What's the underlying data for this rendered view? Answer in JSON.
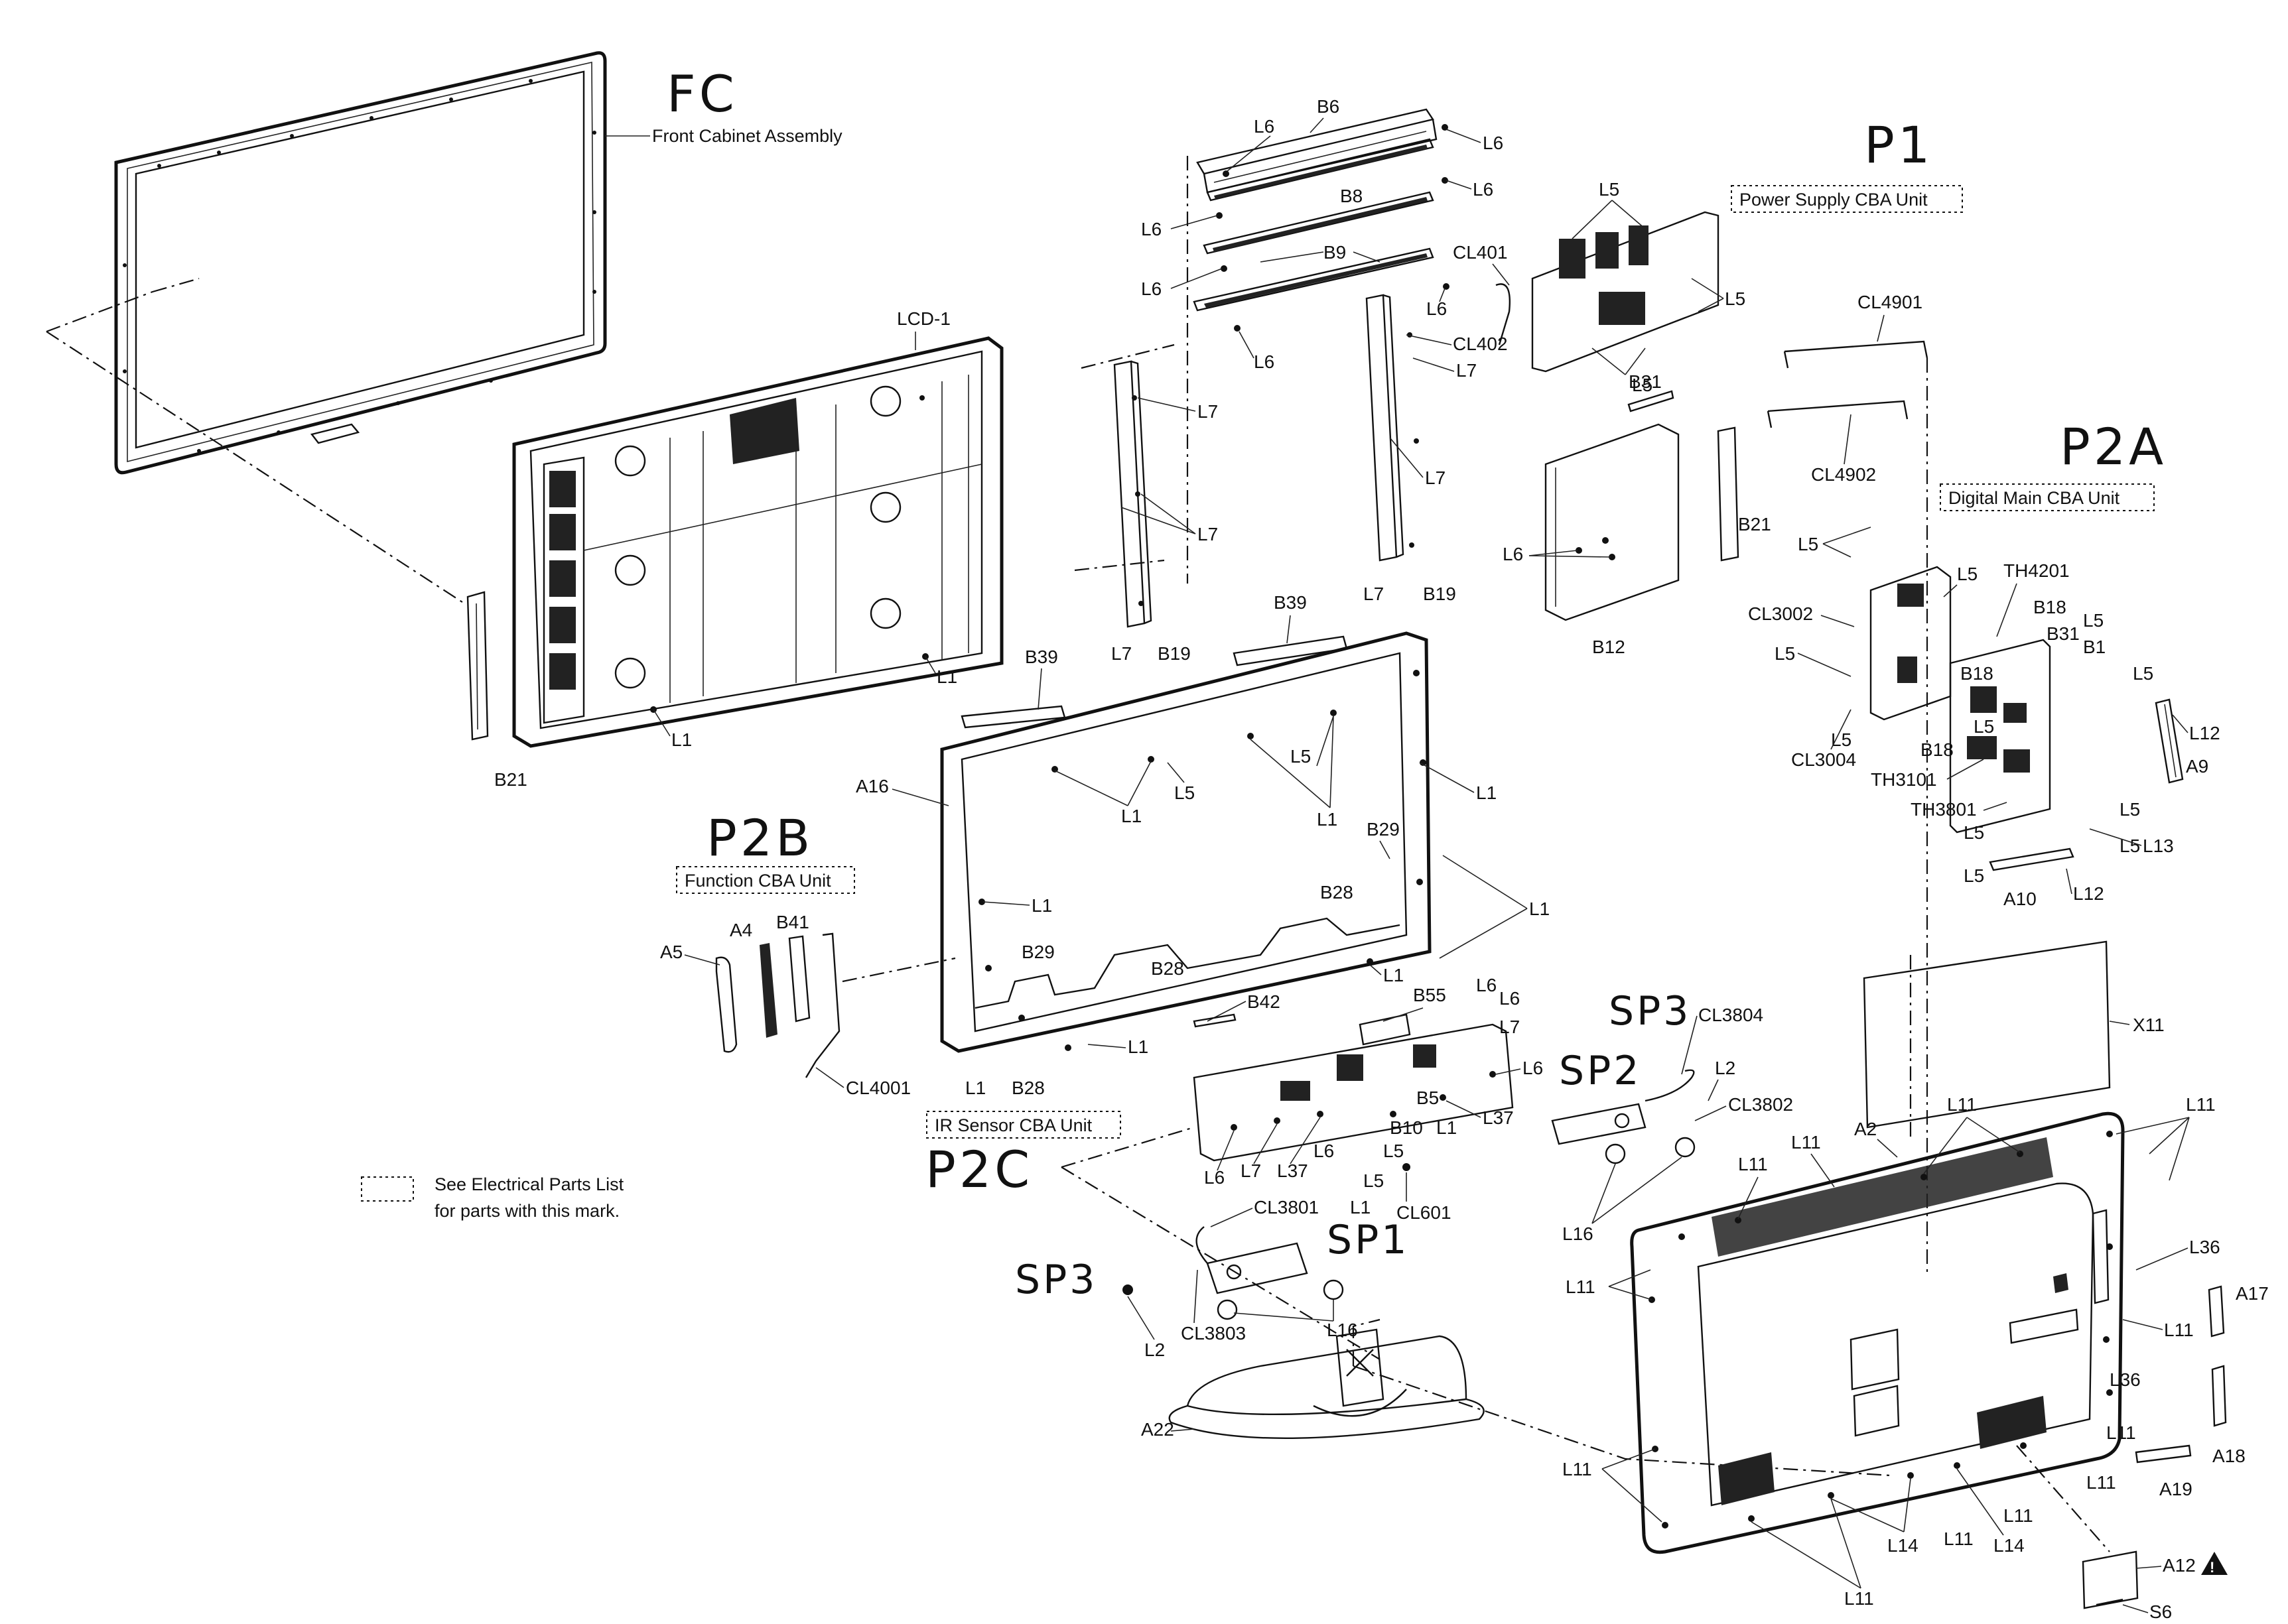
{
  "titles": {
    "fc": "FC",
    "p1": "P1",
    "p2a": "P2A",
    "p2b": "P2B",
    "p2c": "P2C",
    "sp1": "SP1",
    "sp2": "SP2",
    "sp3_top": "SP3",
    "sp3_bottom": "SP3"
  },
  "units": {
    "front_cabinet": "Front Cabinet Assembly",
    "power_supply": "Power Supply CBA Unit",
    "digital_main": "Digital Main CBA Unit",
    "function": "Function CBA Unit",
    "ir_sensor": "IR Sensor CBA Unit"
  },
  "note": {
    "line1": "See Electrical Parts List",
    "line2": "for parts with this mark."
  },
  "labels": {
    "lcd1": "LCD-1",
    "b6": "B6",
    "b8": "B8",
    "b9": "B9",
    "b12": "B12",
    "b18a": "B18",
    "b18b": "B18",
    "b18c": "B18",
    "b19a": "B19",
    "b19b": "B19",
    "b21a": "B21",
    "b21b": "B21",
    "b28a": "B28",
    "b28b": "B28",
    "b28c": "B28",
    "b29a": "B29",
    "b29b": "B29",
    "b31a": "B31",
    "b31b": "B31",
    "b39a": "B39",
    "b39b": "B39",
    "b41": "B41",
    "b42": "B42",
    "b5": "B5",
    "b10": "B10",
    "b55": "B55",
    "b1": "B1",
    "a2": "A2",
    "a4": "A4",
    "a5": "A5",
    "a9": "A9",
    "a10": "A10",
    "a12": "A12",
    "a16": "A16",
    "a17": "A17",
    "a18": "A18",
    "a19": "A19",
    "a22": "A22",
    "x11": "X11",
    "s6": "S6",
    "cl401": "CL401",
    "cl402": "CL402",
    "cl4901": "CL4901",
    "cl4902": "CL4902",
    "cl3002": "CL3002",
    "cl3004": "CL3004",
    "cl4001": "CL4001",
    "cl3801": "CL3801",
    "cl3802": "CL3802",
    "cl3803": "CL3803",
    "cl3804": "CL3804",
    "cl601": "CL601",
    "th4201": "TH4201",
    "th3101": "TH3101",
    "th3801": "TH3801",
    "l1": "L1",
    "l2": "L2",
    "l5": "L5",
    "l6": "L6",
    "l7": "L7",
    "l11": "L11",
    "l12": "L12",
    "l13": "L13",
    "l14": "L14",
    "l16": "L16",
    "l36": "L36",
    "l37": "L37"
  },
  "warning_mark": "caution-triangle"
}
